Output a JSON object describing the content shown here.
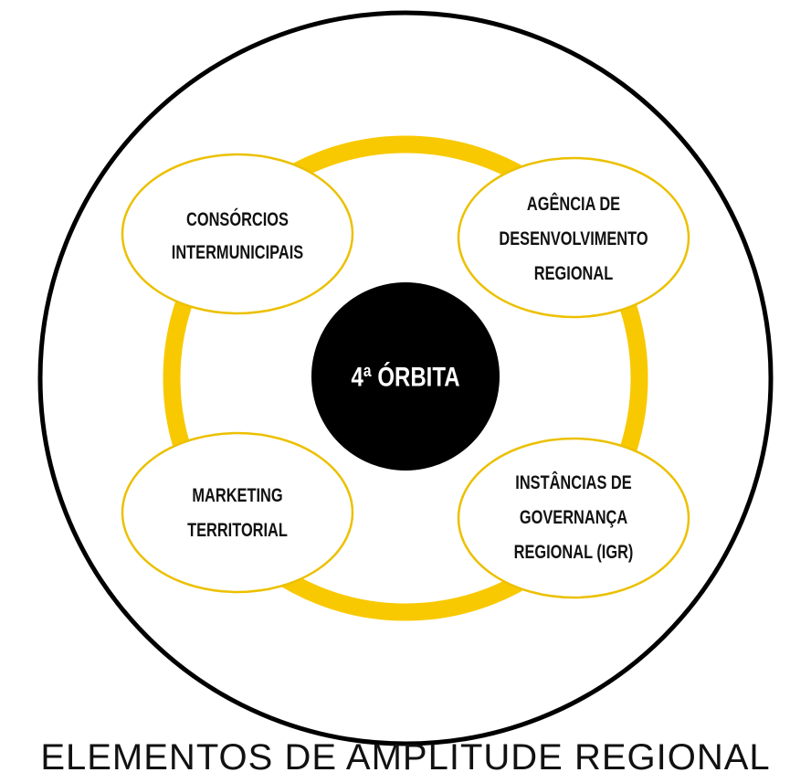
{
  "colors": {
    "ring": "#f8c900",
    "node_stroke": "#ecc000",
    "outer_stroke": "#000000",
    "center_fill": "#000000",
    "center_text": "#ffffff",
    "text": "#111111"
  },
  "center": {
    "label": "4ª ÓRBITA"
  },
  "nodes": {
    "top_left": {
      "lines": [
        "CONSÓRCIOS",
        "INTERMUNICIPAIS"
      ]
    },
    "top_right": {
      "lines": [
        "AGÊNCIA DE",
        "DESENVOLVIMENTO",
        "REGIONAL"
      ]
    },
    "bottom_left": {
      "lines": [
        "MARKETING",
        "TERRITORIAL"
      ]
    },
    "bottom_right": {
      "lines": [
        "INSTÂNCIAS DE",
        "GOVERNANÇA",
        "REGIONAL (IGR)"
      ]
    }
  },
  "caption": "ELEMENTOS DE AMPLITUDE REGIONAL"
}
